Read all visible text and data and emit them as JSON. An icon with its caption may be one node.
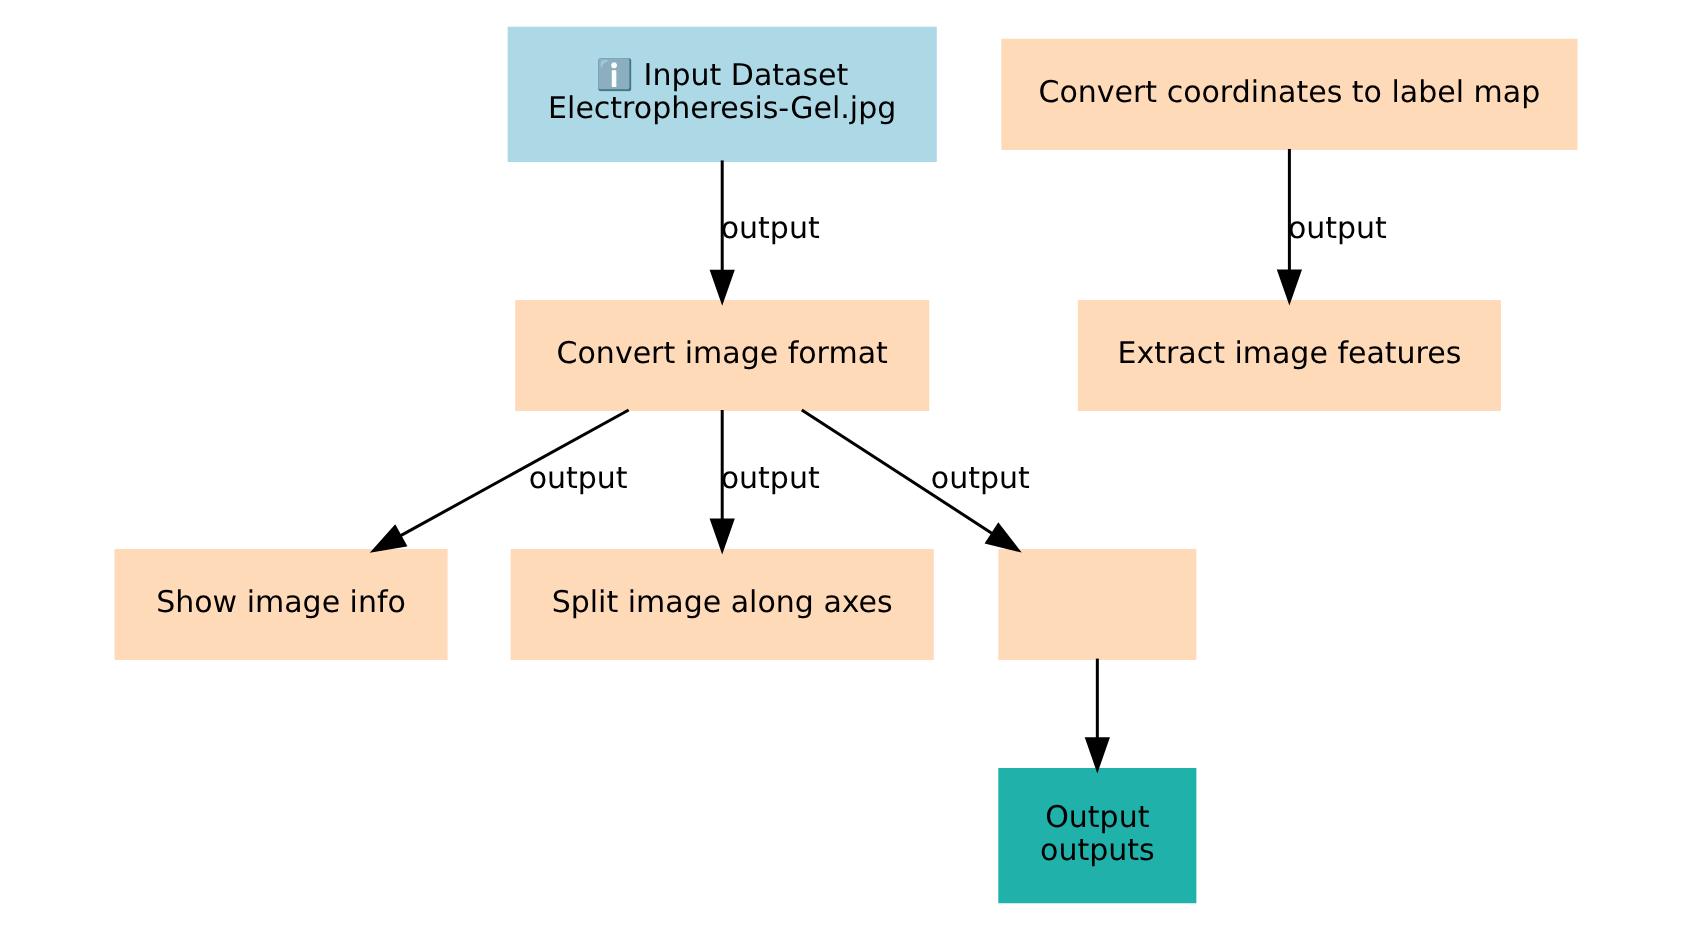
{
  "diagram": {
    "nodes": [
      {
        "text": [
          "ℹ️ Input Dataset",
          "Electropheresis-Gel.jpg"
        ]
      },
      {
        "text": [
          "Convert coordinates to label map"
        ]
      },
      {
        "text": [
          "Convert image format"
        ]
      },
      {
        "text": [
          "Extract image features"
        ]
      },
      {
        "text": [
          "Show image info"
        ]
      },
      {
        "text": [
          "Split image along axes"
        ]
      },
      {
        "text": [],
        "shape": "box"
      },
      {
        "text": [
          "Output",
          "outputs"
        ]
      }
    ],
    "edges": [
      {
        "from": 0,
        "to": 2,
        "arrow": "to",
        "label": "output"
      },
      {
        "from": 1,
        "to": 3,
        "arrow": "to",
        "label": "output"
      },
      {
        "from": 2,
        "to": 4,
        "arrow": "to",
        "label": "output"
      },
      {
        "from": 2,
        "to": 5,
        "arrow": "to",
        "label": "output"
      },
      {
        "from": 2,
        "to": 6,
        "arrow": "to",
        "label": "output"
      },
      {
        "from": 6,
        "to": 7,
        "arrow": "to"
      }
    ]
  }
}
